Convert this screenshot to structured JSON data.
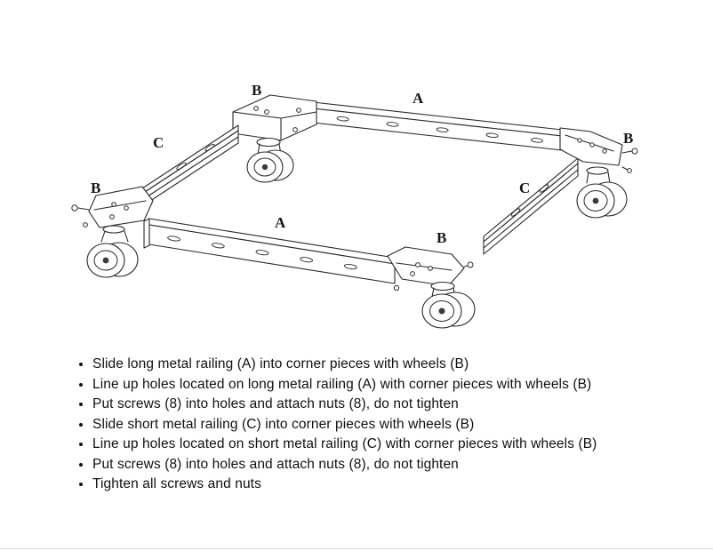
{
  "colors": {
    "ink": "#2a2a2a",
    "text": "#111111"
  },
  "diagram": {
    "labels": {
      "b_top": "B",
      "a_back": "A",
      "c_left": "C",
      "b_right": "B",
      "b_left": "B",
      "c_right": "C",
      "a_front": "A",
      "b_bottom": "B"
    }
  },
  "instructions": {
    "items": [
      "Slide long metal railing (A) into corner pieces with wheels (B)",
      "Line up holes located on long metal railing (A) with corner pieces with wheels (B)",
      "Put screws (8) into holes and attach nuts (8), do not tighten",
      "Slide short metal railing (C) into corner pieces with wheels (B)",
      "Line up holes located on short metal railing (C) with corner pieces with wheels (B)",
      "Put screws (8) into holes and attach nuts (8), do not tighten",
      "Tighten all screws and nuts"
    ]
  }
}
